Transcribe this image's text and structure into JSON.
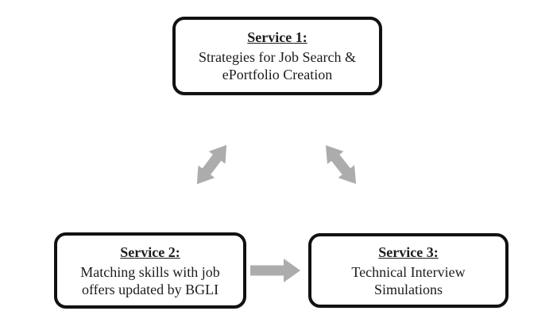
{
  "diagram": {
    "background_color": "#ffffff",
    "box_border_color": "#111111",
    "arrow_color": "#acacac",
    "nodes": [
      {
        "id": "service1",
        "title": "Service 1:",
        "lines": [
          "Strategies for Job Search &",
          "ePortfolio Creation"
        ]
      },
      {
        "id": "service2",
        "title": "Service 2:",
        "lines": [
          "Matching skills with job",
          "offers updated by BGLI"
        ]
      },
      {
        "id": "service3",
        "title": "Service 3:",
        "lines": [
          "Technical Interview",
          "Simulations"
        ]
      }
    ],
    "connectors": [
      {
        "id": "s1-s2",
        "type": "double-headed-arrow",
        "from": "Service 1",
        "to": "Service 2"
      },
      {
        "id": "s1-s3",
        "type": "double-headed-arrow",
        "from": "Service 1",
        "to": "Service 3"
      },
      {
        "id": "s2-s3",
        "type": "single-arrow",
        "from": "Service 2",
        "to": "Service 3"
      }
    ]
  }
}
